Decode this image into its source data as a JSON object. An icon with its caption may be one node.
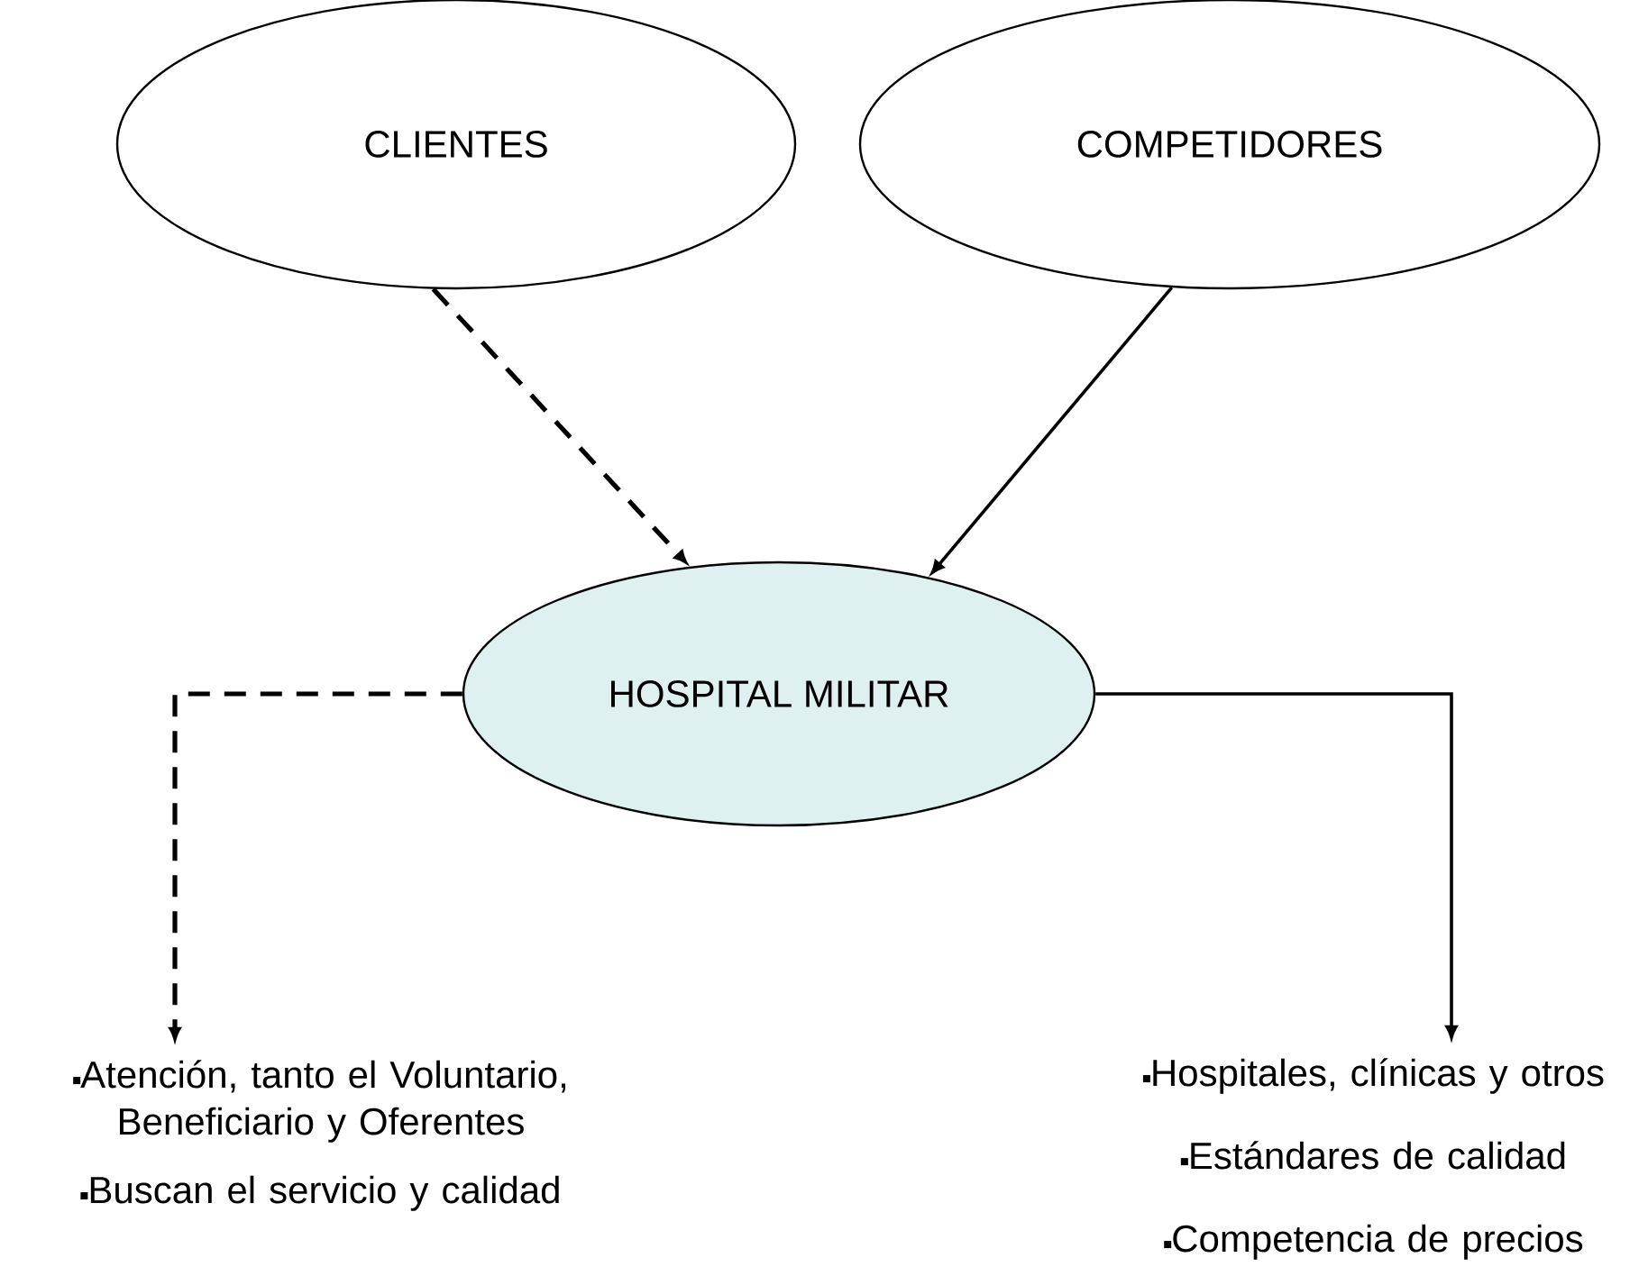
{
  "diagram": {
    "nodes": [
      {
        "text": [
          "CLIENTES"
        ]
      },
      {
        "text": [
          "COMPETIDORES"
        ]
      },
      {
        "text": [
          "HOSPITAL MILITAR"
        ]
      },
      {
        "text": [
          "Atención, tanto el Voluntario, Beneficiario y Oferentes",
          "Buscan el servicio y calidad"
        ]
      },
      {
        "text": [
          "Hospitales, clínicas y otros",
          "Estándares de calidad",
          "Competencia de precios"
        ]
      }
    ],
    "edges": [
      {
        "from": 0,
        "to": 2,
        "arrow": "to",
        "style": "dashed"
      },
      {
        "from": 1,
        "to": 2,
        "arrow": "to"
      },
      {
        "from": 2,
        "to": 3,
        "arrow": "to",
        "style": "dashed"
      },
      {
        "from": 2,
        "to": 4,
        "arrow": "to"
      }
    ]
  }
}
